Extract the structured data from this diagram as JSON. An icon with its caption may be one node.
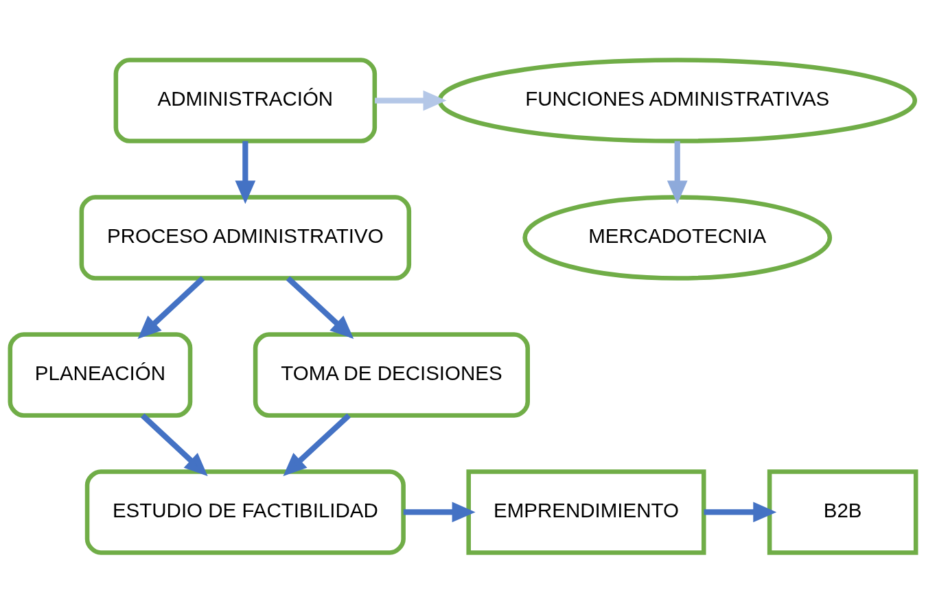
{
  "diagram": {
    "nodes": [
      {
        "text": [
          "ADMINISTRACIÓN"
        ]
      },
      {
        "text": [
          "FUNCIONES ADMINISTRATIVAS"
        ]
      },
      {
        "text": [
          "MERCADOTECNIA"
        ]
      },
      {
        "text": [
          "PROCESO ADMINISTRATIVO"
        ]
      },
      {
        "text": [
          "PLANEACIÓN"
        ]
      },
      {
        "text": [
          "TOMA DE DECISIONES"
        ]
      },
      {
        "text": [
          "ESTUDIO DE FACTIBILIDAD"
        ]
      },
      {
        "text": [
          "EMPRENDIMIENTO"
        ]
      },
      {
        "text": [
          "B2B"
        ]
      }
    ],
    "edges": [
      {
        "from": 0,
        "to": 1,
        "arrow": "to",
        "color": "#b4c7e7"
      },
      {
        "from": 1,
        "to": 2,
        "arrow": "to",
        "color": "#8eaadb"
      },
      {
        "from": 0,
        "to": 3,
        "arrow": "to"
      },
      {
        "from": 3,
        "to": 4,
        "arrow": "to"
      },
      {
        "from": 3,
        "to": 5,
        "arrow": "to"
      },
      {
        "from": 4,
        "to": 6,
        "arrow": "to"
      },
      {
        "from": 5,
        "to": 6,
        "arrow": "to"
      },
      {
        "from": 6,
        "to": 7,
        "arrow": "to"
      },
      {
        "from": 7,
        "to": 8,
        "arrow": "to"
      }
    ]
  }
}
